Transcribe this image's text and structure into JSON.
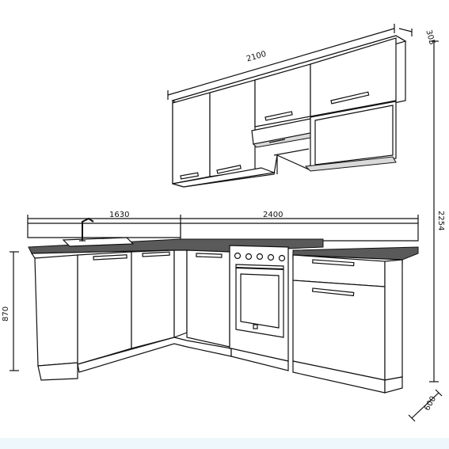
{
  "dimensions": {
    "upper_width": "2100",
    "upper_depth": "305",
    "left_run": "1630",
    "right_run": "2400",
    "total_height": "2254",
    "base_height": "870",
    "base_depth": "600"
  },
  "colors": {
    "line": "#111111",
    "countertop": "#5a5a5a",
    "background": "#ffffff",
    "footer": "#eef7fb"
  }
}
